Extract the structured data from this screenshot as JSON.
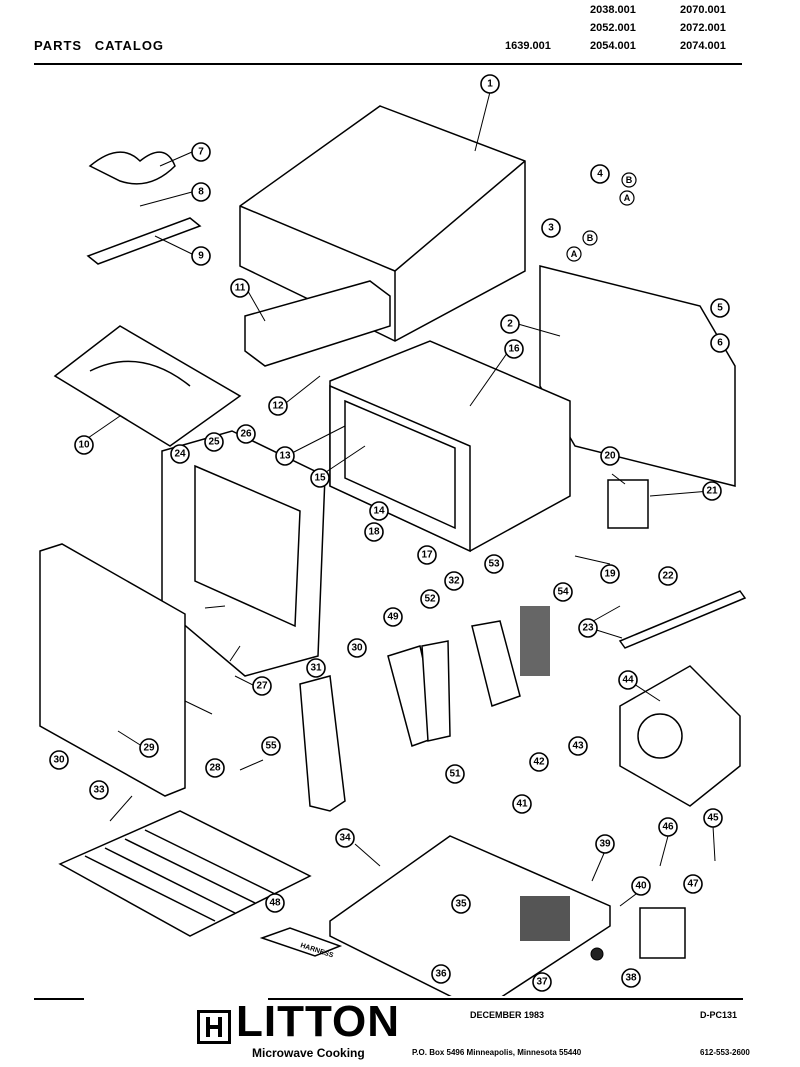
{
  "header": {
    "title": "PARTS CATALOG",
    "models": [
      "2038.001",
      "2070.001",
      "2052.001",
      "2072.001",
      "1639.001",
      "2054.001",
      "2074.001"
    ]
  },
  "callouts": [
    "1",
    "2",
    "3",
    "4",
    "5",
    "6",
    "7",
    "8",
    "9",
    "10",
    "11",
    "12",
    "13",
    "14",
    "15",
    "16",
    "17",
    "18",
    "19",
    "20",
    "21",
    "22",
    "23",
    "24",
    "25",
    "26",
    "27",
    "28",
    "29",
    "30",
    "30",
    "31",
    "32",
    "33",
    "34",
    "35",
    "36",
    "37",
    "38",
    "39",
    "40",
    "41",
    "42",
    "43",
    "44",
    "45",
    "46",
    "47",
    "48",
    "49",
    "51",
    "52",
    "53",
    "54",
    "55"
  ],
  "sub_labels": [
    "A",
    "B",
    "A",
    "B"
  ],
  "labels": {
    "harness": "HARNESS"
  },
  "footer": {
    "date": "DECEMBER 1983",
    "code": "D-PC131",
    "brand": "LITTON",
    "brand_sub": "Microwave Cooking",
    "address": "P.O. Box 5496 Minneapolis, Minnesota 55440",
    "phone": "612-553-2600"
  }
}
